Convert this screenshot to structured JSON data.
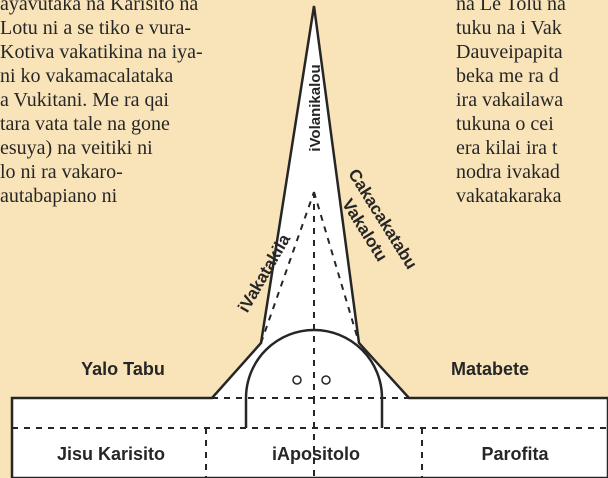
{
  "left_text": [
    "ayavutaka na Karisito na",
    "Lotu ni a se tiko e vura-",
    "Kotiva vakatikina na iya-",
    "ni ko vakamacalataka",
    "a Vukitani. Me ra qai",
    "tara vata tale na gone",
    "esuya) na veitiki ni",
    "lo ni ra vakaro-",
    "autabapiano ni"
  ],
  "right_text": [
    "na Le Tolu na",
    "tuku na i Vak",
    "Dauveipapita",
    "beka me ra d",
    "ira vakailawa",
    "tukuna o cei",
    "era kilai ira t",
    "nodra ivakad",
    "vakatakaraka"
  ],
  "labels": {
    "spire": "iVolanikalou",
    "left_roof": "iVakatakila",
    "right_roof_1": "Cakacakatabu",
    "right_roof_2": "Vakalotu",
    "left_room": "Yalo Tabu",
    "right_room": "Matabete",
    "foundation_1": "Jisu Karisito",
    "foundation_2": "iApositolo",
    "foundation_3": "Parofita"
  },
  "colors": {
    "background": "#f9e4b9",
    "fill": "#ffffff",
    "stroke": "#262626"
  }
}
